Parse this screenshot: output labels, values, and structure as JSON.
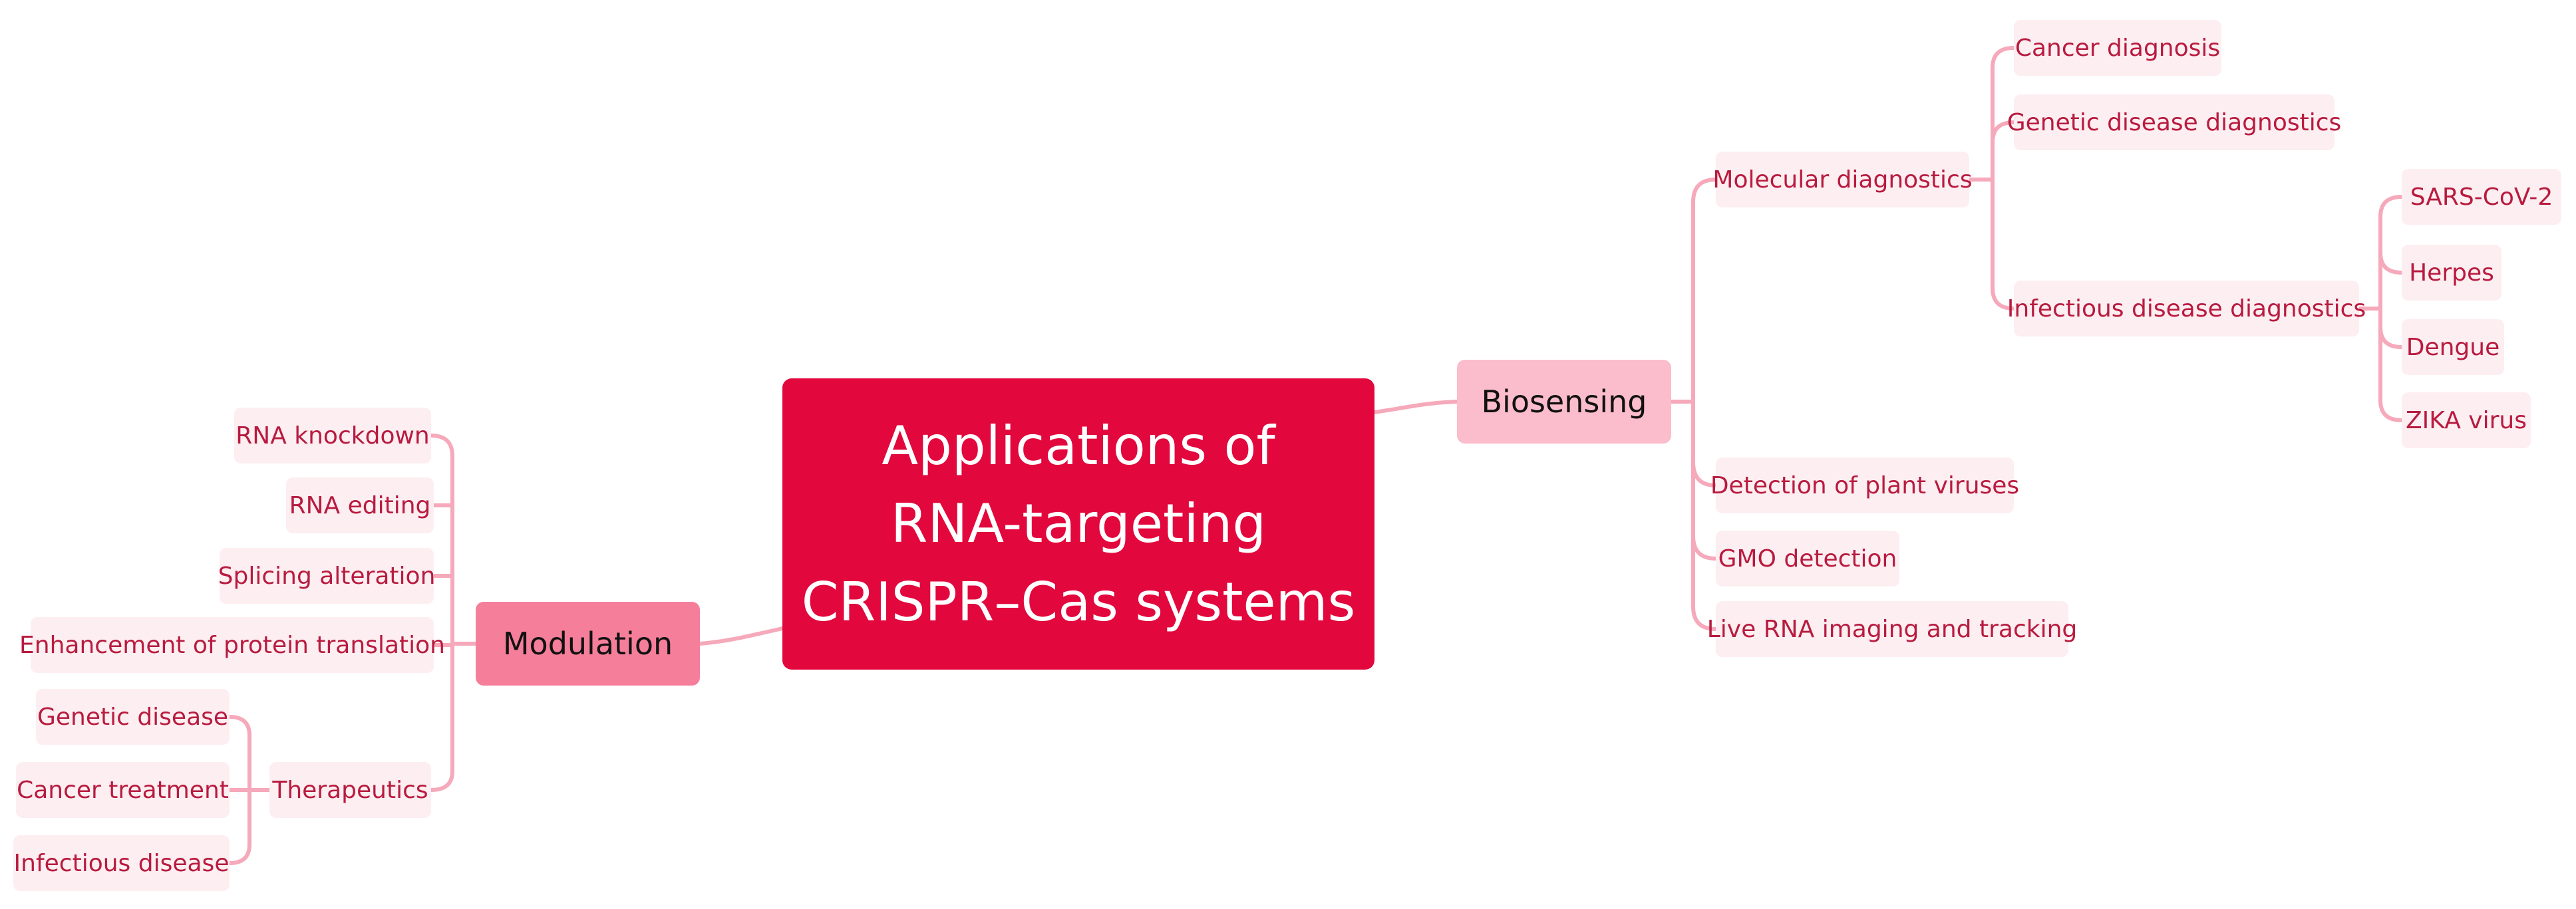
{
  "colors": {
    "root_fill": "#e2073c",
    "biosensing_fill": "#fbbccb",
    "modulation_fill": "#f57e9a",
    "leaf_fill": "#fdeef1",
    "leaf_text": "#b81b3f",
    "connector": "#f5a9ba"
  },
  "root": {
    "lines": [
      "Applications of",
      "RNA-targeting",
      "CRISPR–Cas systems"
    ]
  },
  "biosensing": {
    "label": "Biosensing",
    "molecular_diagnostics": {
      "label": "Molecular diagnostics",
      "cancer_diagnosis": "Cancer diagnosis",
      "genetic_disease_diagnostics": "Genetic disease diagnostics",
      "infectious_disease_diagnostics": {
        "label": "Infectious disease diagnostics",
        "viruses": [
          "SARS-CoV-2",
          "Herpes",
          "Dengue",
          "ZIKA virus"
        ]
      }
    },
    "plant_viruses": "Detection of plant viruses",
    "gmo_detection": "GMO detection",
    "live_rna_imaging": "Live RNA imaging and tracking"
  },
  "modulation": {
    "label": "Modulation",
    "rna_knockdown": "RNA knockdown",
    "rna_editing": "RNA editing",
    "splicing_alteration": "Splicing alteration",
    "protein_translation": "Enhancement of protein translation",
    "therapeutics": {
      "label": "Therapeutics",
      "items": [
        "Genetic disease",
        "Cancer treatment",
        "Infectious disease"
      ]
    }
  }
}
